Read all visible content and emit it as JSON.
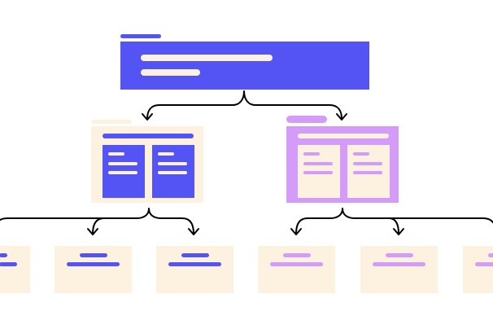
{
  "diagram": {
    "type": "org-tree-wireframe",
    "text": "",
    "colors": {
      "primary": "#5454F4",
      "accent": "#D49CF8",
      "card": "#FDF1DF",
      "line": "#000000",
      "background": "#FFFFFF"
    }
  },
  "nodes": [
    {
      "id": "root",
      "level": 0,
      "style": "primary",
      "label": ""
    },
    {
      "id": "mid-left",
      "level": 1,
      "style": "primary",
      "label": ""
    },
    {
      "id": "mid-right",
      "level": 1,
      "style": "accent",
      "label": ""
    },
    {
      "id": "leaf-1",
      "level": 2,
      "style": "primary",
      "label": ""
    },
    {
      "id": "leaf-2",
      "level": 2,
      "style": "primary",
      "label": ""
    },
    {
      "id": "leaf-3",
      "level": 2,
      "style": "primary",
      "label": ""
    },
    {
      "id": "leaf-4",
      "level": 2,
      "style": "accent",
      "label": ""
    },
    {
      "id": "leaf-5",
      "level": 2,
      "style": "accent",
      "label": ""
    },
    {
      "id": "leaf-6",
      "level": 2,
      "style": "accent",
      "label": ""
    }
  ],
  "edges": [
    {
      "from": "root",
      "to": "mid-left"
    },
    {
      "from": "root",
      "to": "mid-right"
    },
    {
      "from": "mid-left",
      "to": "leaf-1"
    },
    {
      "from": "mid-left",
      "to": "leaf-2"
    },
    {
      "from": "mid-left",
      "to": "leaf-3"
    },
    {
      "from": "mid-right",
      "to": "leaf-4"
    },
    {
      "from": "mid-right",
      "to": "leaf-5"
    },
    {
      "from": "mid-right",
      "to": "leaf-6"
    }
  ]
}
